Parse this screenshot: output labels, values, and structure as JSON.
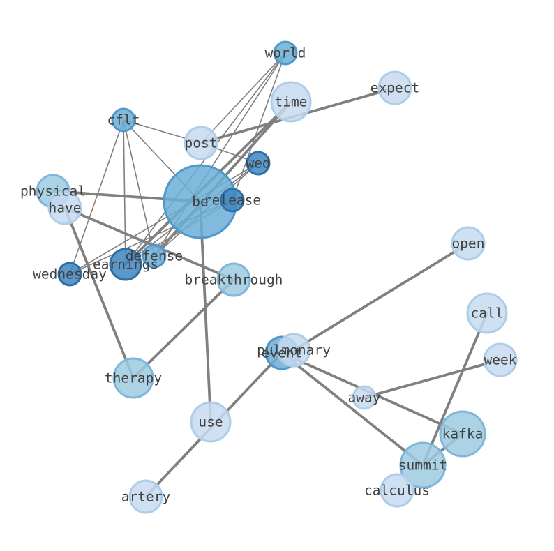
{
  "palette": {
    "light": {
      "fill": "#c6dbef",
      "stroke": "#aecde8"
    },
    "medium": {
      "fill": "#9ecae1",
      "stroke": "#7fb6da"
    },
    "strong": {
      "fill": "#6baed6",
      "stroke": "#4f98c7"
    },
    "dark": {
      "fill": "#3f85c1",
      "stroke": "#2f6fa8"
    }
  },
  "nodes": [
    {
      "id": "world",
      "label": "world",
      "shade": "strong"
    },
    {
      "id": "expect",
      "label": "expect",
      "shade": "light"
    },
    {
      "id": "time",
      "label": "time",
      "shade": "light"
    },
    {
      "id": "cflt",
      "label": "cflt",
      "shade": "strong"
    },
    {
      "id": "post",
      "label": "post",
      "shade": "light"
    },
    {
      "id": "wed",
      "label": "wed",
      "shade": "dark"
    },
    {
      "id": "physical",
      "label": "physical",
      "shade": "medium"
    },
    {
      "id": "have",
      "label": "have",
      "shade": "light"
    },
    {
      "id": "be",
      "label": "be",
      "shade": "strong"
    },
    {
      "id": "release",
      "label": "release",
      "shade": "dark"
    },
    {
      "id": "defense",
      "label": "defense",
      "shade": "strong"
    },
    {
      "id": "earnings",
      "label": "earnings",
      "shade": "dark"
    },
    {
      "id": "wednesday",
      "label": "wednesday",
      "shade": "dark"
    },
    {
      "id": "breakthrough",
      "label": "breakthrough",
      "shade": "medium"
    },
    {
      "id": "open",
      "label": "open",
      "shade": "light"
    },
    {
      "id": "call",
      "label": "call",
      "shade": "light"
    },
    {
      "id": "event",
      "label": "event",
      "shade": "strong"
    },
    {
      "id": "pulmonary",
      "label": "pulmonary",
      "shade": "light"
    },
    {
      "id": "week",
      "label": "week",
      "shade": "light"
    },
    {
      "id": "therapy",
      "label": "therapy",
      "shade": "medium"
    },
    {
      "id": "away",
      "label": "away",
      "shade": "light"
    },
    {
      "id": "use",
      "label": "use",
      "shade": "light"
    },
    {
      "id": "kafka",
      "label": "kafka",
      "shade": "medium"
    },
    {
      "id": "summit",
      "label": "summit",
      "shade": "medium"
    },
    {
      "id": "calculus",
      "label": "calculus",
      "shade": "light"
    },
    {
      "id": "artery",
      "label": "artery",
      "shade": "light"
    }
  ],
  "edges": [
    {
      "source": "cflt",
      "target": "post",
      "weight": "thin"
    },
    {
      "source": "cflt",
      "target": "be",
      "weight": "thin"
    },
    {
      "source": "cflt",
      "target": "defense",
      "weight": "thin"
    },
    {
      "source": "cflt",
      "target": "earnings",
      "weight": "thin"
    },
    {
      "source": "cflt",
      "target": "wednesday",
      "weight": "thin"
    },
    {
      "source": "world",
      "target": "post",
      "weight": "thin"
    },
    {
      "source": "world",
      "target": "release",
      "weight": "thin"
    },
    {
      "source": "world",
      "target": "earnings",
      "weight": "thin"
    },
    {
      "source": "world",
      "target": "defense",
      "weight": "thin"
    },
    {
      "source": "post",
      "target": "wed",
      "weight": "thin"
    },
    {
      "source": "wed",
      "target": "wednesday",
      "weight": "thin"
    },
    {
      "source": "wed",
      "target": "earnings",
      "weight": "thin"
    },
    {
      "source": "wed",
      "target": "defense",
      "weight": "thin"
    },
    {
      "source": "release",
      "target": "wednesday",
      "weight": "thin"
    },
    {
      "source": "release",
      "target": "earnings",
      "weight": "thin"
    },
    {
      "source": "post",
      "target": "expect",
      "weight": "thick"
    },
    {
      "source": "time",
      "target": "earnings",
      "weight": "thick"
    },
    {
      "source": "time",
      "target": "defense",
      "weight": "thick"
    },
    {
      "source": "physical",
      "target": "be",
      "weight": "thick"
    },
    {
      "source": "have",
      "target": "breakthrough",
      "weight": "thick"
    },
    {
      "source": "have",
      "target": "therapy",
      "weight": "thick"
    },
    {
      "source": "be",
      "target": "use",
      "weight": "thick"
    },
    {
      "source": "breakthrough",
      "target": "therapy",
      "weight": "thick"
    },
    {
      "source": "open",
      "target": "pulmonary",
      "weight": "thick"
    },
    {
      "source": "event",
      "target": "artery",
      "weight": "thick"
    },
    {
      "source": "event",
      "target": "kafka",
      "weight": "thick"
    },
    {
      "source": "event",
      "target": "summit",
      "weight": "thick"
    },
    {
      "source": "away",
      "target": "week",
      "weight": "thick"
    },
    {
      "source": "call",
      "target": "summit",
      "weight": "thick"
    },
    {
      "source": "summit",
      "target": "kafka",
      "weight": "thick"
    }
  ]
}
